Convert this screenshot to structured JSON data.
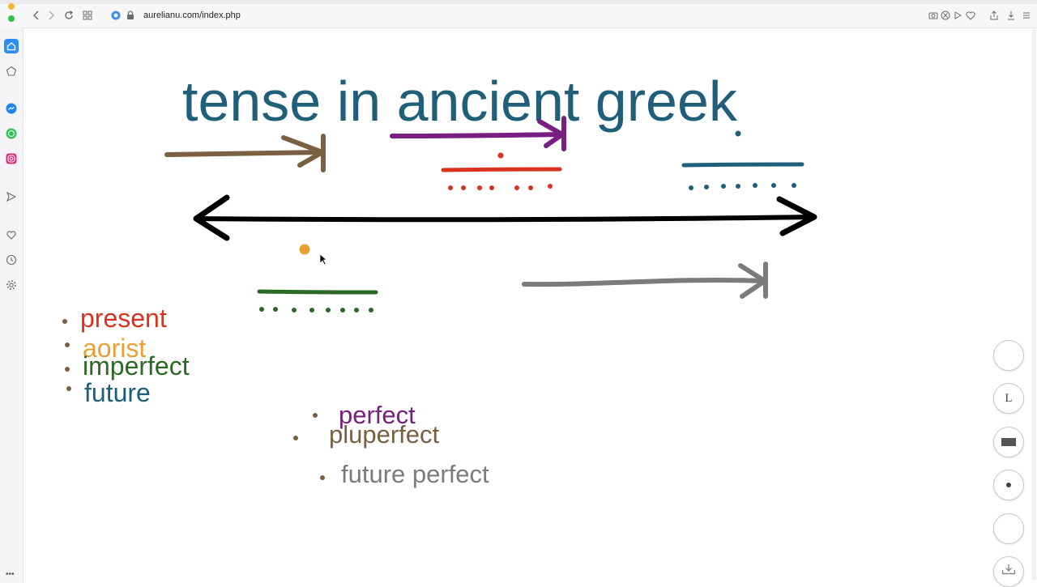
{
  "browser": {
    "url": "aurelianu.com/index.php"
  },
  "page": {
    "title": "tense in ancient greek"
  },
  "legend_left": [
    {
      "label": "present",
      "color": "#d9321f"
    },
    {
      "label": "aorist",
      "color": "#e8a034"
    },
    {
      "label": "imperfect",
      "color": "#2b6a25"
    },
    {
      "label": "future",
      "color": "#1f5f7a"
    }
  ],
  "legend_right": [
    {
      "label": "perfect",
      "color": "#7a1f82"
    },
    {
      "label": "pluperfect",
      "color": "#7a6040"
    },
    {
      "label": "future perfect",
      "color": "#7b7b7b"
    }
  ],
  "tools": {
    "text_tool_label": "L"
  },
  "colors": {
    "title": "#1f5f7a",
    "present": "#d9321f",
    "aorist": "#e8a034",
    "imperfect": "#2b6a25",
    "future": "#1f5f7a",
    "perfect": "#7a1f82",
    "pluperfect": "#7a6040",
    "future_perfect": "#7b7b7b",
    "timeline": "#000000"
  }
}
